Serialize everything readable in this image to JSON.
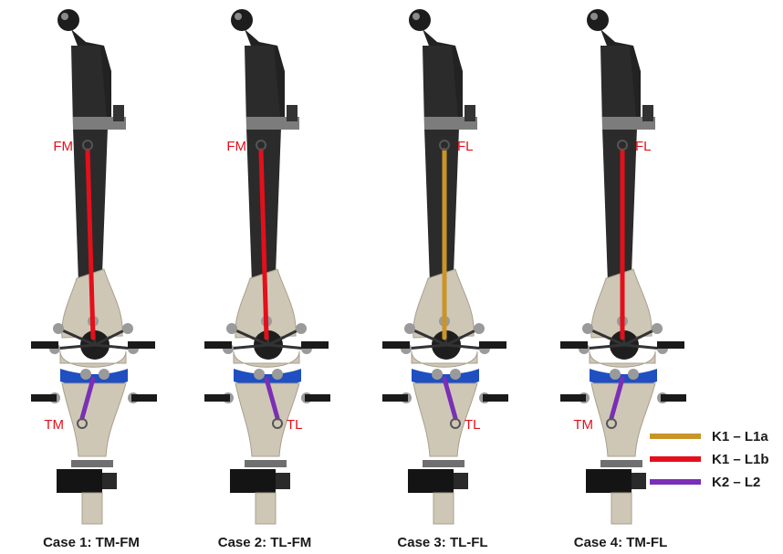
{
  "colors": {
    "k1_l1a": "#c9952a",
    "k1_l1b": "#e3101c",
    "k2_l2": "#7a2fb6",
    "label_red": "#e3101c",
    "bone_shaft": "#2b2b2b",
    "bone": "#cfc7b6",
    "blue_band": "#1f4fc1"
  },
  "cases": [
    {
      "caption": "Case 1: TM-FM",
      "femur_label": "FM",
      "tibia_label": "TM",
      "femur_side": "left",
      "tibia_side": "left",
      "upper_ligament": "k1_l1b"
    },
    {
      "caption": "Case 2: TL-FM",
      "femur_label": "FM",
      "tibia_label": "TL",
      "femur_side": "left",
      "tibia_side": "right",
      "upper_ligament": "k1_l1b"
    },
    {
      "caption": "Case 3: TL-FL",
      "femur_label": "FL",
      "tibia_label": "TL",
      "femur_side": "right",
      "tibia_side": "right",
      "upper_ligament": "k1_l1a"
    },
    {
      "caption": "Case 4: TM-FL",
      "femur_label": "FL",
      "tibia_label": "TM",
      "femur_side": "right",
      "tibia_side": "left",
      "upper_ligament": "k1_l1b"
    }
  ],
  "legend": [
    {
      "key": "k1_l1a",
      "label": "K1 – L1a"
    },
    {
      "key": "k1_l1b",
      "label": "K1 – L1b"
    },
    {
      "key": "k2_l2",
      "label": "K2 – L2"
    }
  ]
}
